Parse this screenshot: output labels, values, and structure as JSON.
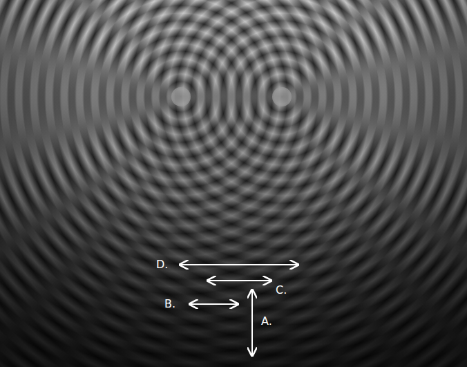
{
  "diagram": {
    "labels": [
      "D.",
      "C.",
      "B.",
      "A."
    ]
  }
}
